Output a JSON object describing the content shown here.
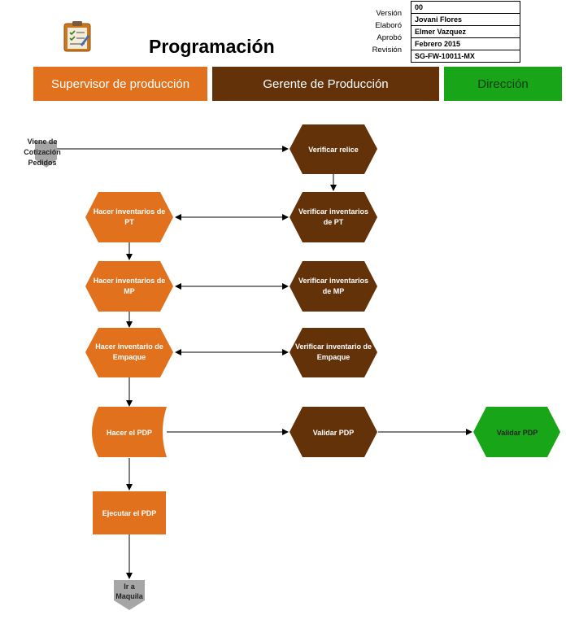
{
  "title": "Programación",
  "meta": {
    "labels": [
      "Versión",
      "Elaboró",
      "Aprobó",
      "Revisión"
    ],
    "values": [
      "00",
      "Jovani Flores",
      "Elmer Vazquez",
      "Febrero 2015",
      "SG-FW-10011-MX"
    ]
  },
  "lanes": {
    "supervisor": "Supervisor de producción",
    "gerente": "Gerente de Producción",
    "direccion": "Dirección"
  },
  "colors": {
    "orange": "#E2711D",
    "brown": "#643209",
    "green": "#18A618",
    "gray": "#A6A6A6"
  },
  "nodes": {
    "viene": [
      "Viene de",
      "Cotización",
      "Pedidos"
    ],
    "verificar_relice": [
      "Verificar relice"
    ],
    "hacer_inv_pt": [
      "Hacer inventarios de",
      "PT"
    ],
    "verificar_inv_pt": [
      "Verificar inventarios",
      "de PT"
    ],
    "hacer_inv_mp": [
      "Hacer  inventarios de",
      "MP"
    ],
    "verificar_inv_mp": [
      "Verificar inventarios",
      "de MP"
    ],
    "hacer_inv_emp": [
      "Hacer  inventario de",
      "Empaque"
    ],
    "verificar_inv_emp": [
      "Verificar inventario de",
      "Empaque"
    ],
    "hacer_pdp": [
      "Hacer el PDP"
    ],
    "validar_pdp_g": [
      "Validar  PDP"
    ],
    "validar_pdp_d": [
      "Validar PDP"
    ],
    "ejecutar_pdp": [
      "Ejecutar el PDP"
    ],
    "ir_maquila": [
      "Ir a",
      "Maquila"
    ]
  }
}
